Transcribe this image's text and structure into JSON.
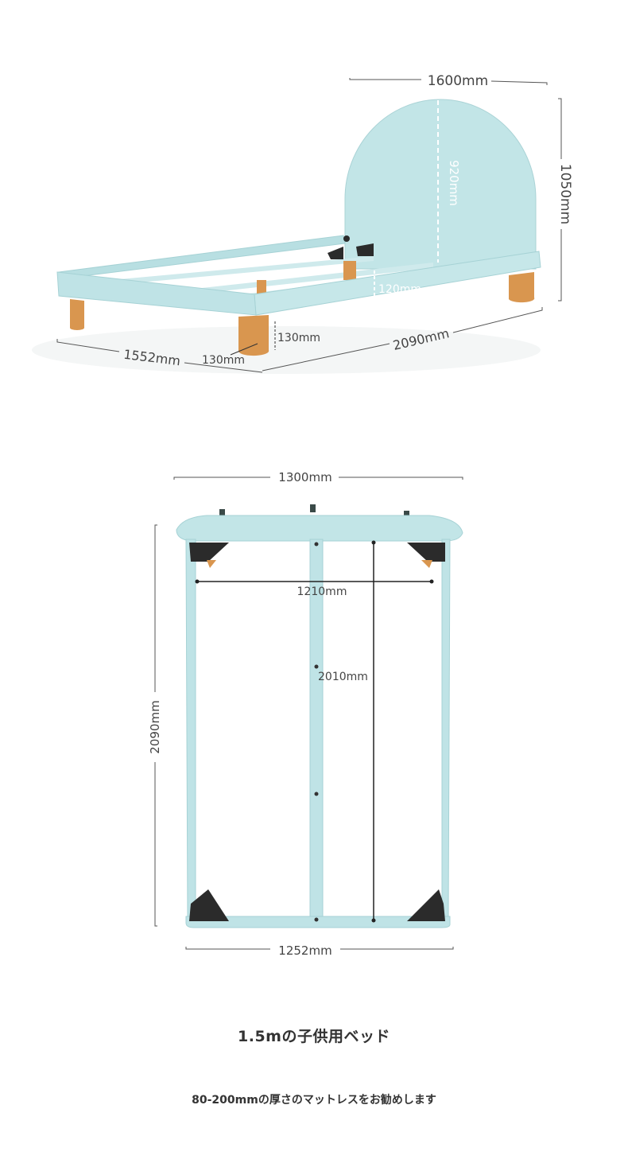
{
  "side_view": {
    "headboard_width": "1600mm",
    "headboard_height": "920mm",
    "total_height": "1050mm",
    "frame_height": "120mm",
    "leg_height": "130mm",
    "leg_diameter": "130mm",
    "length": "2090mm",
    "width": "1552mm"
  },
  "top_view": {
    "head_width": "1300mm",
    "inner_width": "1210mm",
    "inner_length": "2010mm",
    "total_length": "2090mm",
    "foot_width": "1252mm"
  },
  "title": "1.5mの子供用ベッド",
  "subtitle": "80-200mmの厚さのマットレスをお勧めします",
  "colors": {
    "bed_mint": "#bfe3e6",
    "bed_mint_dark": "#9fd0d4",
    "wood_leg": "#d9964f",
    "bracket": "#2b2b2b",
    "dimension_line": "#555555"
  }
}
